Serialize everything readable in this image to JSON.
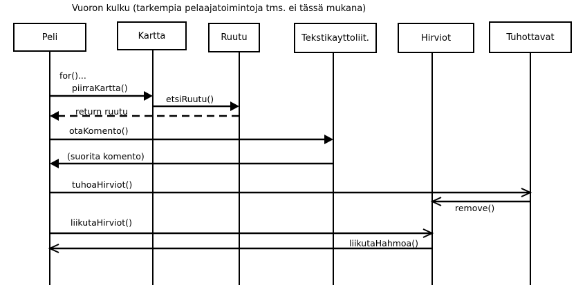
{
  "title": "Vuoron kulku (tarkempia pelaajatoimintoja tms. ei tässä mukana)",
  "actors": [
    {
      "id": "peli",
      "label": "Peli"
    },
    {
      "id": "kartta",
      "label": "Kartta"
    },
    {
      "id": "ruutu",
      "label": "Ruutu"
    },
    {
      "id": "tekstikayttoliittyma",
      "label": "Tekstikayttoliit."
    },
    {
      "id": "hirviot",
      "label": "Hirviot"
    },
    {
      "id": "tuhottavat",
      "label": "Tuhottavat"
    }
  ],
  "note": "for()...",
  "messages": [
    {
      "label": "piirraKartta()",
      "from": "peli",
      "to": "kartta",
      "style": "solid",
      "head": "filled"
    },
    {
      "label": "etsiRuutu()",
      "from": "kartta",
      "to": "ruutu",
      "style": "solid",
      "head": "filled"
    },
    {
      "label": "return ruutu",
      "from": "ruutu",
      "to": "peli",
      "style": "dashed",
      "head": "filled"
    },
    {
      "label": "otaKomento()",
      "from": "peli",
      "to": "tekstikayttoliittyma",
      "style": "solid",
      "head": "filled"
    },
    {
      "label": "(suorita komento)",
      "from": "tekstikayttoliittyma",
      "to": "peli",
      "style": "solid",
      "head": "filled"
    },
    {
      "label": "tuhoaHirviot()",
      "from": "peli",
      "to": "tuhottavat",
      "style": "solid",
      "head": "open"
    },
    {
      "label": "remove()",
      "from": "tuhottavat",
      "to": "hirviot",
      "style": "solid",
      "head": "open"
    },
    {
      "label": "liikutaHirviot()",
      "from": "peli",
      "to": "hirviot",
      "style": "solid",
      "head": "open"
    },
    {
      "label": "liikutaHahmoa()",
      "from": "hirviot",
      "to": "peli",
      "style": "solid",
      "head": "open"
    }
  ],
  "colors": {
    "line": "#000000",
    "background": "#ffffff"
  }
}
